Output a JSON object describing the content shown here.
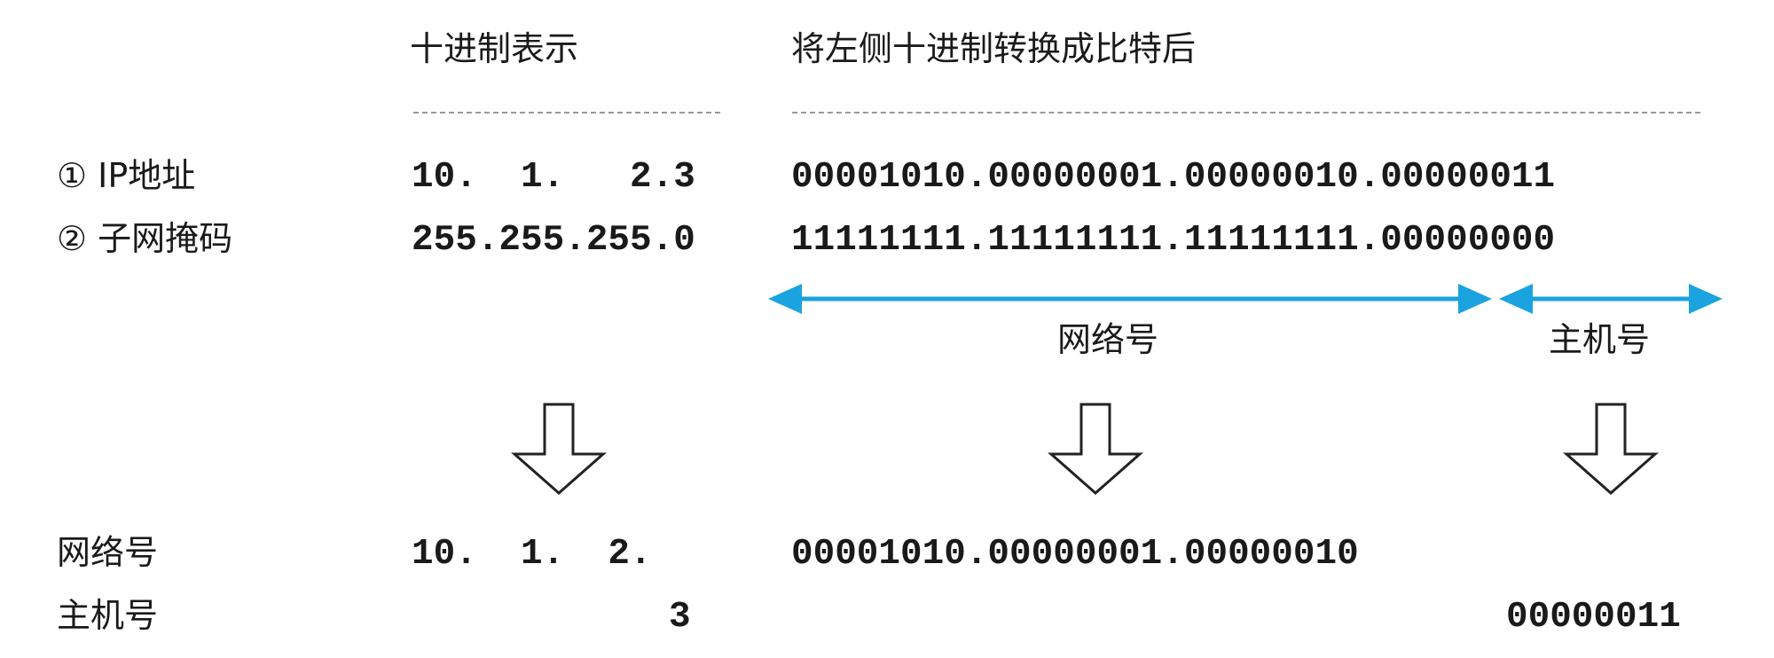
{
  "headers": {
    "decimal": "十进制表示",
    "binary": "将左侧十进制转换成比特后"
  },
  "rows": {
    "ip": {
      "label": "① IP地址",
      "decimal": "10.  1.   2.3",
      "binary": "00001010.00000001.00000010.00000011"
    },
    "mask": {
      "label": "② 子网掩码",
      "decimal": "255.255.255.0",
      "binary": "11111111.11111111.11111111.00000000"
    }
  },
  "spans": {
    "network": "网络号",
    "host": "主机号"
  },
  "results": {
    "network": {
      "label": "网络号",
      "decimal": "10.  1.  2.",
      "binary": "00001010.00000001.00000010"
    },
    "host": {
      "label": "主机号",
      "decimal": "3",
      "binary": "00000011"
    }
  },
  "colors": {
    "arrow": "#1ba3df",
    "text": "#1a1a1a",
    "dash": "#9a9a9a"
  }
}
